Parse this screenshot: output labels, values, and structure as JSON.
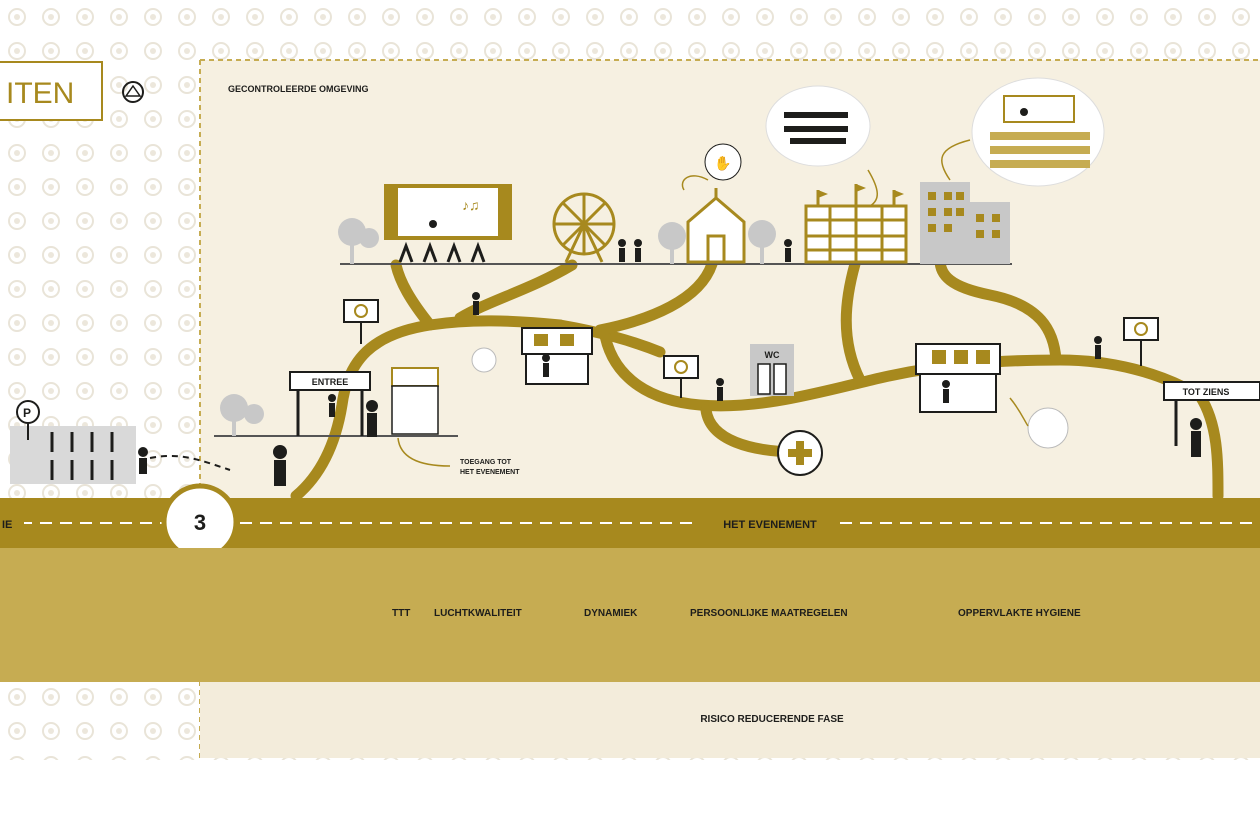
{
  "header": {
    "title_fragment": "ITEN",
    "region_label": "GECONTROLEERDE OMGEVING"
  },
  "stage": {
    "number": "3",
    "left_road_label": "IE",
    "road_label": "HET EVENEMENT"
  },
  "measures": [
    "TTT",
    "LUCHTKWALITEIT",
    "DYNAMIEK",
    "PERSOONLIJKE MAATREGELEN",
    "OPPERVLAKTE HYGIENE"
  ],
  "phase_label": "RISICO REDUCERENDE FASE",
  "signs": {
    "entrance": "ENTREE",
    "wc": "WC",
    "exit": "TOT ZIENS",
    "access_note": [
      "TOEGANG TOT",
      "HET EVENEMENT"
    ]
  },
  "colors": {
    "gold": "#a7891e",
    "band": "#c6ac52",
    "panel": "#f6f0e1",
    "light_band": "#f3ecdb",
    "ink": "#1d1d1b",
    "grey": "#c8c8c8"
  }
}
